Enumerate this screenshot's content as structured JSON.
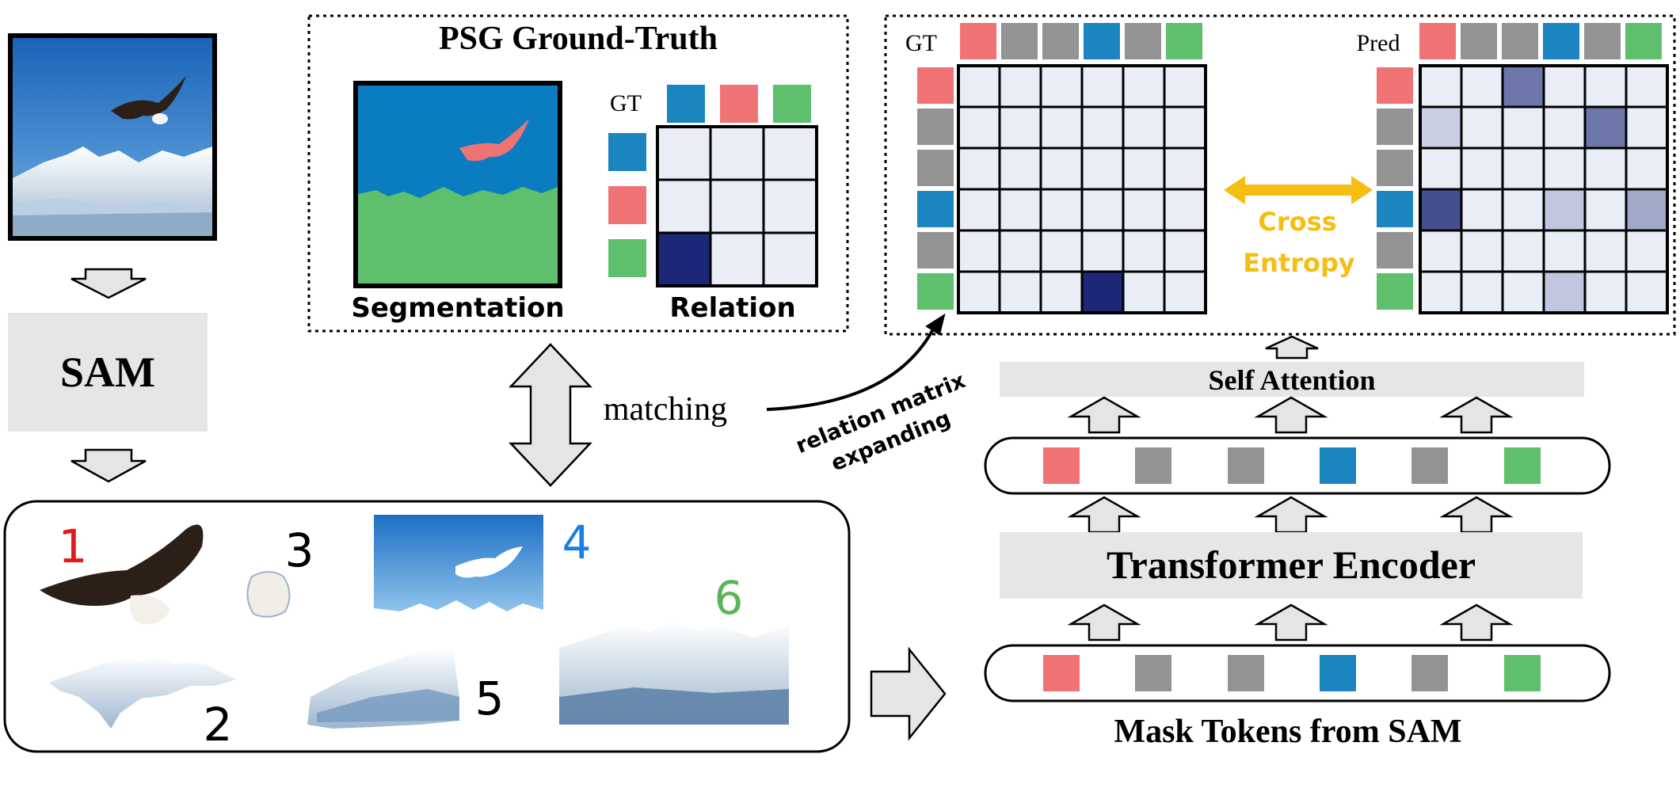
{
  "colors": {
    "red": "#ef7375",
    "gray": "#939393",
    "blue": "#1b85c0",
    "green": "#5ec06c",
    "cell": "#e9edf6",
    "navy": "#1c2877",
    "amber": "#f6be13",
    "panel": "#e6e6e6",
    "arrow_fill": "#e5e5e5"
  },
  "left": {
    "sam_label": "SAM"
  },
  "psg": {
    "title": "PSG Ground-Truth",
    "segmentation_label": "Segmentation",
    "relation_label": "Relation",
    "gt_label": "GT",
    "header_colors": [
      "blue",
      "red",
      "green"
    ],
    "side_colors": [
      "blue",
      "red",
      "green"
    ],
    "grid": [
      [
        0,
        0,
        0
      ],
      [
        0,
        0,
        0
      ],
      [
        1,
        0,
        0
      ]
    ]
  },
  "matching_label": "matching",
  "expand_label_line1": "relation matrix",
  "expand_label_line2": "expanding",
  "matrices": {
    "gt_label": "GT",
    "pred_label": "Pred",
    "loss_line1": "Cross",
    "loss_line2": "Entropy",
    "header_colors": [
      "red",
      "gray",
      "gray",
      "blue",
      "gray",
      "green"
    ],
    "side_colors": [
      "red",
      "gray",
      "gray",
      "blue",
      "gray",
      "green"
    ],
    "gt_grid": [
      [
        0,
        0,
        0,
        0,
        0,
        0
      ],
      [
        0,
        0,
        0,
        0,
        0,
        0
      ],
      [
        0,
        0,
        0,
        0,
        0,
        0
      ],
      [
        0,
        0,
        0,
        0,
        0,
        0
      ],
      [
        0,
        0,
        0,
        0,
        0,
        0
      ],
      [
        0,
        0,
        0,
        1,
        0,
        0
      ]
    ],
    "pred_grid": [
      [
        0,
        0,
        0.6,
        0,
        0,
        0
      ],
      [
        0.15,
        0,
        0,
        0,
        0.6,
        0
      ],
      [
        0,
        0,
        0,
        0,
        0,
        0
      ],
      [
        0.8,
        0,
        0,
        0.2,
        0,
        0.35
      ],
      [
        0,
        0,
        0,
        0,
        0,
        0
      ],
      [
        0,
        0,
        0,
        0.2,
        0,
        0
      ]
    ]
  },
  "masks": {
    "labels": [
      {
        "text": "1",
        "color": "#e01a1a"
      },
      {
        "text": "2",
        "color": "#000000"
      },
      {
        "text": "3",
        "color": "#000000"
      },
      {
        "text": "4",
        "color": "#1c7ee0"
      },
      {
        "text": "5",
        "color": "#000000"
      },
      {
        "text": "6",
        "color": "#5ab55a"
      }
    ]
  },
  "pipeline": {
    "self_attention": "Self Attention",
    "transformer_encoder": "Transformer Encoder",
    "mask_tokens_label": "Mask Tokens from SAM",
    "token_colors": [
      "red",
      "gray",
      "gray",
      "blue",
      "gray",
      "green"
    ]
  }
}
